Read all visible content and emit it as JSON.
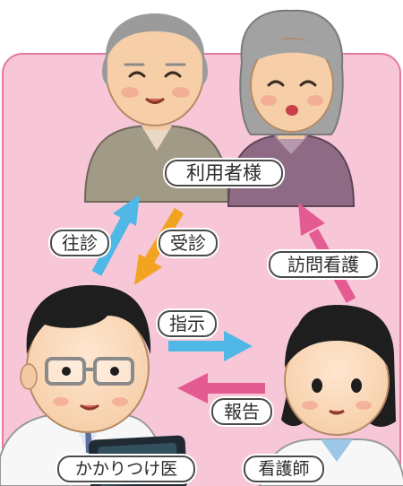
{
  "labels": {
    "user": "利用者様",
    "visit_medical": "往診",
    "outpatient": "受診",
    "visiting_nursing": "訪問看護",
    "instruction": "指示",
    "report": "報告",
    "doctor": "かかりつけ医",
    "nurse": "看護師"
  },
  "colors": {
    "background_panel": "#f7c7d8",
    "panel_border": "#e57aa0",
    "arrow_blue": "#4fb8e6",
    "arrow_orange": "#f2a420",
    "arrow_pink": "#e45b92",
    "label_border": "#4a4a4a"
  }
}
